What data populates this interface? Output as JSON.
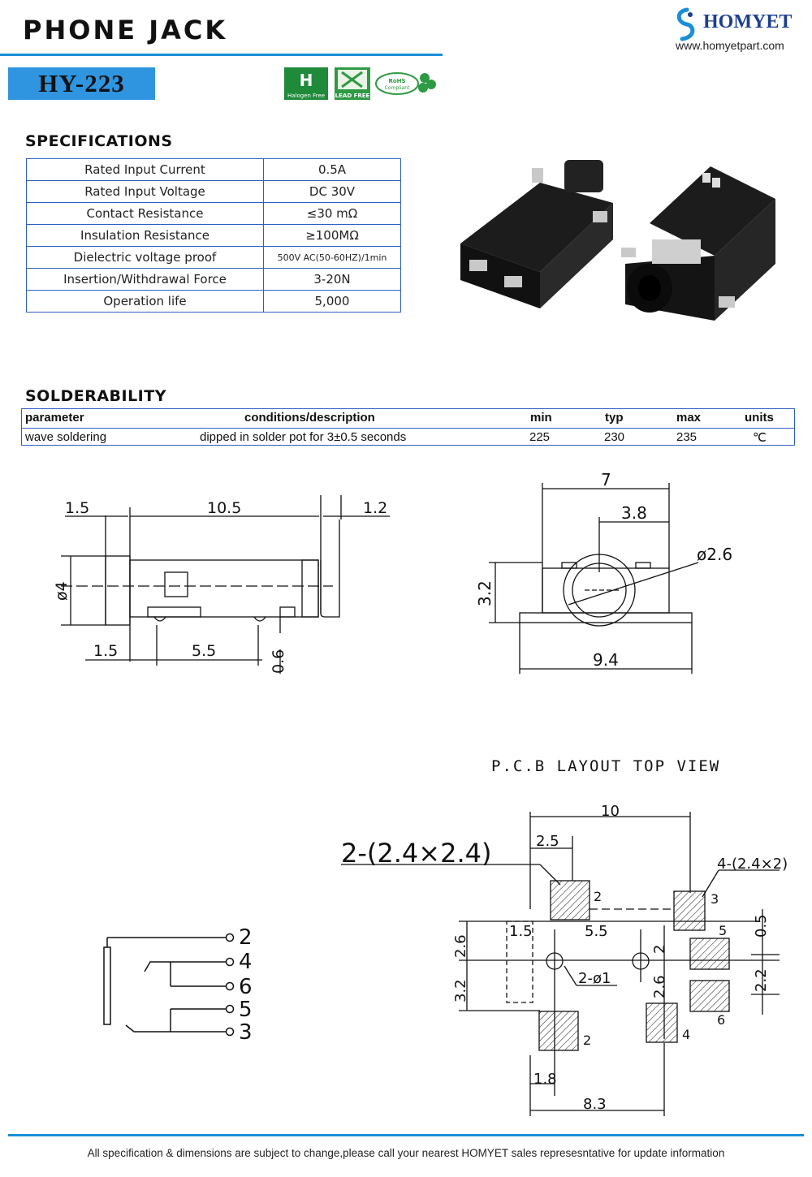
{
  "header": {
    "title": "PHONE  JACK",
    "model": "HY-223",
    "brand": "HOMYET",
    "url": "www.homyetpart.com",
    "badges": [
      {
        "icon": "halogen-free-icon",
        "label": "Halogen Free"
      },
      {
        "icon": "lead-free-icon",
        "label": "LEAD FREE"
      },
      {
        "icon": "rohs-icon",
        "label": "RoHS Compliant"
      }
    ]
  },
  "specifications": {
    "title": "SPECIFICATIONS",
    "rows": [
      {
        "param": "Rated Input Current",
        "value": "0.5A"
      },
      {
        "param": "Rated Input Voltage",
        "value": "DC  30V"
      },
      {
        "param": "Contact Resistance",
        "value": "≤30  mΩ"
      },
      {
        "param": "Insulation Resistance",
        "value": "≥100MΩ"
      },
      {
        "param": "Dielectric voltage proof",
        "value": "500V AC(50-60HZ)/1min"
      },
      {
        "param": "Insertion/Withdrawal Force",
        "value": "3-20N"
      },
      {
        "param": "Operation life",
        "value": "5,000"
      }
    ]
  },
  "solderability": {
    "title": "SOLDERABILITY",
    "headers": [
      "parameter",
      "conditions/description",
      "min",
      "typ",
      "max",
      "units"
    ],
    "row": [
      "wave soldering",
      "dipped in solder pot for 3±0.5 seconds",
      "225",
      "230",
      "235",
      "℃"
    ]
  },
  "side_view": {
    "dims": [
      "1.5",
      "10.5",
      "1.2",
      "ø4",
      "1.5",
      "5.5",
      "0.6"
    ]
  },
  "front_view": {
    "dims": [
      "7",
      "3.8",
      "ø2.6",
      "3.2",
      "9.4"
    ]
  },
  "pcb_layout": {
    "title": "P.C.B  LAYOUT   TOP  VIEW",
    "pad_note_left": "2-(2.4×2.4)",
    "pad_note_right": "4-(2.4×2)",
    "hole_note": "2-ø1",
    "dims": [
      "10",
      "2.5",
      "1.5",
      "5.5",
      "2.6",
      "3.2",
      "2",
      "2.6",
      "0.5",
      "2.2",
      "1.8",
      "8.3"
    ],
    "pad_labels": [
      "2",
      "3",
      "5",
      "6",
      "4",
      "2"
    ]
  },
  "schematic": {
    "pins": [
      "2",
      "4",
      "6",
      "5",
      "3"
    ]
  },
  "footer": "All specification & dimensions are subject to change,please call your nearest HOMYET sales represesntative for update information"
}
